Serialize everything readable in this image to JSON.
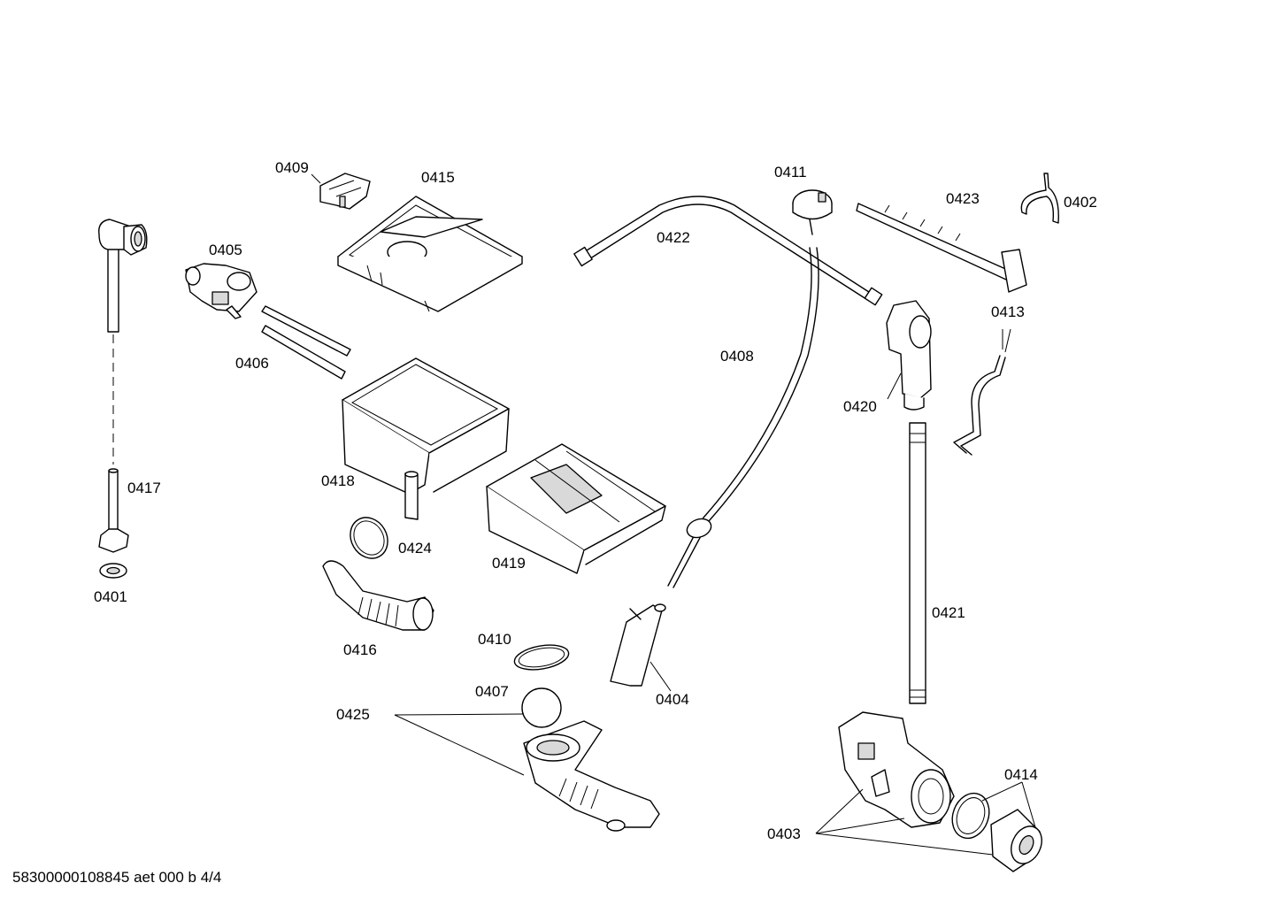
{
  "parts": [
    {
      "id": "0401"
    },
    {
      "id": "0402"
    },
    {
      "id": "0403"
    },
    {
      "id": "0404"
    },
    {
      "id": "0405"
    },
    {
      "id": "0406"
    },
    {
      "id": "0407"
    },
    {
      "id": "0408"
    },
    {
      "id": "0409"
    },
    {
      "id": "0410"
    },
    {
      "id": "0411"
    },
    {
      "id": "0413"
    },
    {
      "id": "0414"
    },
    {
      "id": "0415"
    },
    {
      "id": "0416"
    },
    {
      "id": "0417"
    },
    {
      "id": "0418"
    },
    {
      "id": "0419"
    },
    {
      "id": "0420"
    },
    {
      "id": "0421"
    },
    {
      "id": "0422"
    },
    {
      "id": "0423"
    },
    {
      "id": "0424"
    },
    {
      "id": "0425"
    }
  ],
  "footer": {
    "text": "58300000108845 aet 000 b 4/4"
  }
}
